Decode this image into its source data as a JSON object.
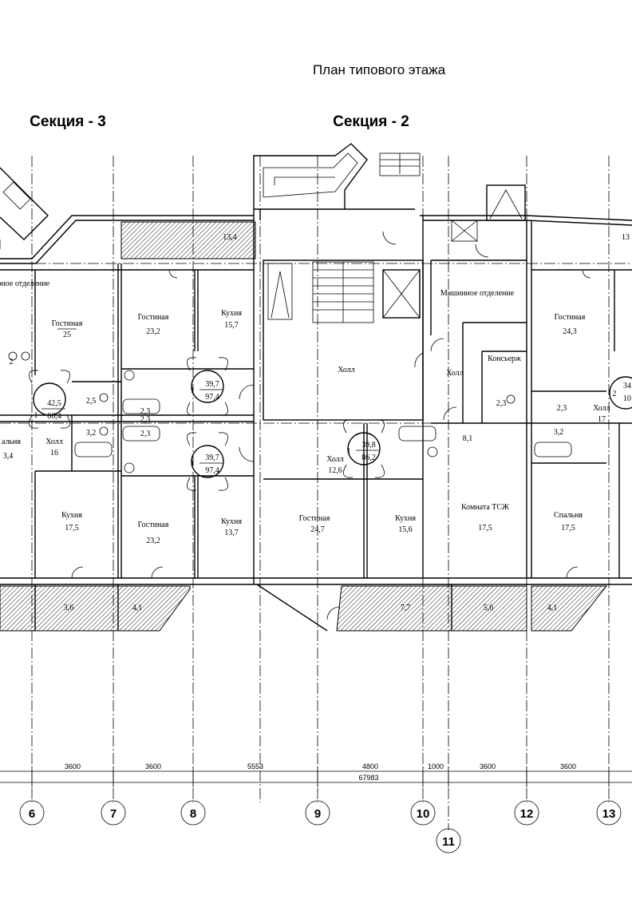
{
  "plan_title": "План типового этажа",
  "sections": [
    {
      "label": "Секция - 3"
    },
    {
      "label": "Секция - 2"
    }
  ],
  "rooms": [
    {
      "name": "юное отделение",
      "area": ""
    },
    {
      "name": "Гостиная",
      "area": "25"
    },
    {
      "name": "Гостиная",
      "area": "23,2"
    },
    {
      "name": "Кухня",
      "area": "15,7"
    },
    {
      "name": "Машинное отделение",
      "area": ""
    },
    {
      "name": "Гостиная",
      "area": "24,3"
    },
    {
      "name": "Холл",
      "area": ""
    },
    {
      "name": "Холл",
      "area": ""
    },
    {
      "name": "Консьерж",
      "area": ""
    },
    {
      "name": "Холл",
      "area": "16"
    },
    {
      "name": "Холл",
      "area": "12,6"
    },
    {
      "name": "Холл",
      "area": "17"
    },
    {
      "name": "альня",
      "area": "3,4"
    },
    {
      "name": "Кухня",
      "area": "17,5"
    },
    {
      "name": "Гостиная",
      "area": "23,2"
    },
    {
      "name": "Кухня",
      "area": "13,7"
    },
    {
      "name": "Гостиная",
      "area": "24,7"
    },
    {
      "name": "Кухня",
      "area": "15,6"
    },
    {
      "name": "Комната ТСЖ",
      "area": "17,5"
    },
    {
      "name": "Спальня",
      "area": "17,5"
    }
  ],
  "small_areas": [
    "2",
    "2,5",
    "3,2",
    "2,3",
    "2,3",
    "2,3",
    "2,3",
    "3,2",
    "8,1",
    "2,3",
    "13,4",
    "13"
  ],
  "balcony_areas": [
    "3,6",
    "4,1",
    "7,7",
    "5,6",
    "4,1"
  ],
  "apartments": [
    {
      "rooms": "1",
      "living": "42,5",
      "total": "86,4"
    },
    {
      "rooms": "1",
      "living": "39,7",
      "total": "97,4"
    },
    {
      "rooms": "1",
      "living": "39,7",
      "total": "97,4"
    },
    {
      "rooms": "1",
      "living": "39,8",
      "total": "86,2"
    },
    {
      "rooms": "2",
      "living": "34",
      "total": "10"
    }
  ],
  "dimensions": [
    "3600",
    "3600",
    "5553",
    "4800",
    "1000",
    "3600",
    "3600"
  ],
  "total_dimension": "67983",
  "axes": [
    "6",
    "7",
    "8",
    "9",
    "10",
    "11",
    "12",
    "13"
  ]
}
